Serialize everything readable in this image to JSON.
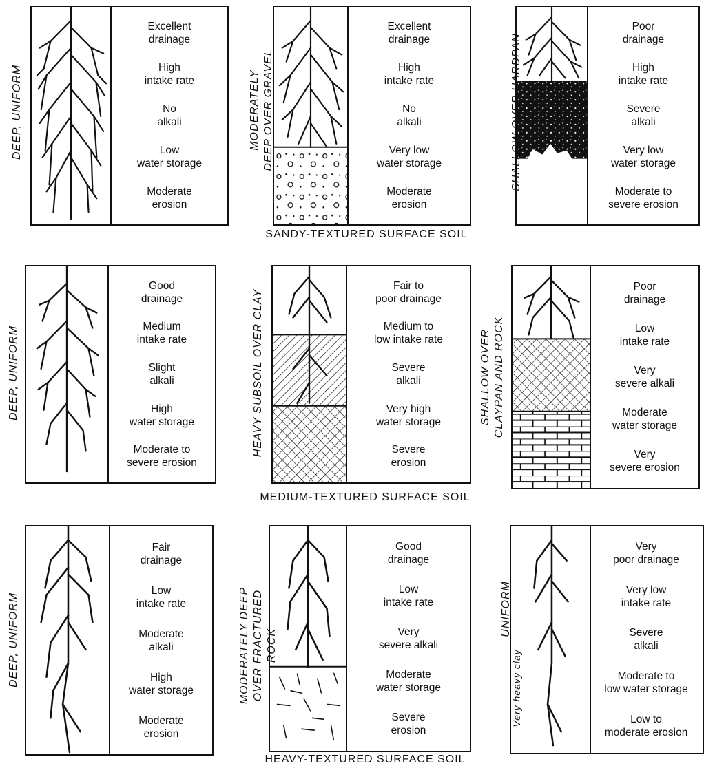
{
  "captions": {
    "sandy": "SANDY-TEXTURED  SURFACE SOIL",
    "medium": "MEDIUM-TEXTURED  SURFACE SOIL",
    "heavy": "HEAVY-TEXTURED  SURFACE SOIL"
  },
  "panels": [
    {
      "label": "DEEP, UNIFORM",
      "props": [
        "Excellent\ndrainage",
        "High\nintake rate",
        "No\nalkali",
        "Low\nwater storage",
        "Moderate\nerosion"
      ]
    },
    {
      "label": "MODERATELY\nDEEP OVER GRAVEL",
      "props": [
        "Excellent\ndrainage",
        "High\nintake rate",
        "No\nalkali",
        "Very low\nwater storage",
        "Moderate\nerosion"
      ]
    },
    {
      "label": "SHALLOW OVER HARDPAN",
      "props": [
        "Poor\ndrainage",
        "High\nintake rate",
        "Severe\nalkali",
        "Very low\nwater storage",
        "Moderate to\nsevere erosion"
      ]
    },
    {
      "label": "DEEP, UNIFORM",
      "props": [
        "Good\ndrainage",
        "Medium\nintake rate",
        "Slight\nalkali",
        "High\nwater storage",
        "Moderate to\nsevere erosion"
      ]
    },
    {
      "label": "HEAVY SUBSOIL OVER CLAY",
      "props": [
        "Fair to\npoor drainage",
        "Medium to\nlow intake rate",
        "Severe\nalkali",
        "Very high\nwater storage",
        "Severe\nerosion"
      ]
    },
    {
      "label": "SHALLOW OVER\nCLAYPAN AND ROCK",
      "props": [
        "Poor\ndrainage",
        "Low\nintake rate",
        "Very\nsevere alkali",
        "Moderate\nwater storage",
        "Very\nsevere erosion"
      ]
    },
    {
      "label": "DEEP, UNIFORM",
      "props": [
        "Fair\ndrainage",
        "Low\nintake rate",
        "Moderate\nalkali",
        "High\nwater storage",
        "Moderate\nerosion"
      ]
    },
    {
      "label": "MODERATELY DEEP\nOVER FRACTURED ROCK",
      "props": [
        "Good\ndrainage",
        "Low\nintake rate",
        "Very\nsevere alkali",
        "Moderate\nwater storage",
        "Severe\nerosion"
      ]
    },
    {
      "label": "UNIFORM",
      "sublabel": "Very heavy clay",
      "props": [
        "Very\npoor drainage",
        "Very low\nintake rate",
        "Severe\nalkali",
        "Moderate to\nlow water storage",
        "Low to\nmoderate erosion"
      ]
    }
  ]
}
